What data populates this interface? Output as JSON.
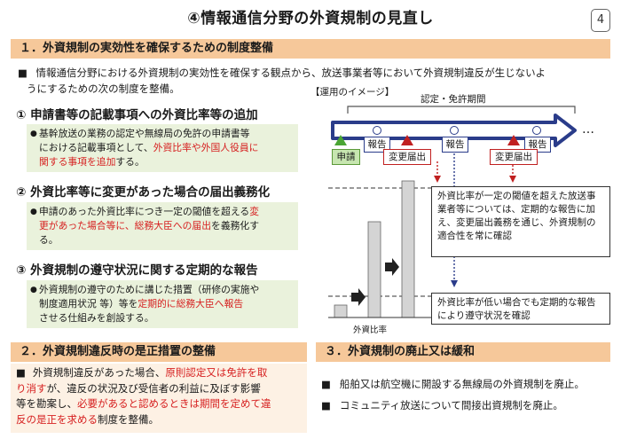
{
  "page": {
    "title": "④情報通信分野の外資規制の見直し",
    "page_number": "4"
  },
  "section1": {
    "heading": "１．外資規制の実効性を確保するための制度整備",
    "intro_bullet": "■",
    "intro_line1": "情報通信分野における外資規制の実効性を確保する観点から、放送事業者等において外資規制違反が生じないよ",
    "intro_line2": "うにするための次の制度を整備。",
    "item1": {
      "heading": "① 申請書等の記載事項への外資比率等の追加",
      "text_a": "基幹放送の業務の認定や無線局の免許の申請書等",
      "text_b": "における記載事項として、",
      "text_c": "外資比率や外国人役員に",
      "text_d": "関する事項を追加",
      "text_e": "する。"
    },
    "item2": {
      "heading": "② 外資比率等に変更があった場合の届出義務化",
      "text_a": "申請のあった外資比率につき一定の閾値を超える",
      "text_b": "変",
      "text_c": "更があった場合等に、総務大臣への届出",
      "text_d": "を義務化す",
      "text_e": "る。"
    },
    "item3": {
      "heading": "③ 外資規制の遵守状況に関する定期的な報告",
      "text_a": "外資規制の遵守のために講じた措置（研修の実施や",
      "text_b": "制度適用状況 等）等を",
      "text_c": "定期的に総務大臣へ報告",
      "text_d": "させる仕組みを創設する。"
    }
  },
  "diagram": {
    "caption": "【運用のイメージ】",
    "period_label": "認定・免許期間",
    "ellipsis": "…",
    "application": "申請",
    "report": "報告",
    "change_notice": "変更届出",
    "axis_label": "外資比率",
    "note1": "外資比率が一定の閾値を超えた放送事業者等については、定期的な報告に加え、変更届出義務を通じ、外資規制の適合性を常に確認",
    "note2": "外資比率が低い場合でも定期的な報告により遵守状況を確認"
  },
  "section2": {
    "heading": "２．外資規制違反時の是正措置の整備",
    "bullet": "■",
    "text_a": "外資規制違反があった場合、",
    "text_b": "原則認定又は免許を取",
    "text_c": "り消す",
    "text_d": "が、違反の状況及び受信者の利益に及ぼす影響",
    "text_e": "等を勘案し、",
    "text_f": "必要があると認めるときは期間を定めて違",
    "text_g": "反の是正を求める",
    "text_h": "制度を整備。"
  },
  "section3": {
    "heading": "３．外資規制の廃止又は緩和",
    "bullet": "■",
    "item1": "船舶又は航空機に開設する無線局の外資規制を廃止。",
    "item2": "コミュニティ放送について間接出資規制を廃止。"
  },
  "colors": {
    "section_header": "#f6c89a",
    "highlight_box": "#eaf2dc",
    "accent_red": "#d62020",
    "arrow_blue": "#2a3c8a"
  }
}
